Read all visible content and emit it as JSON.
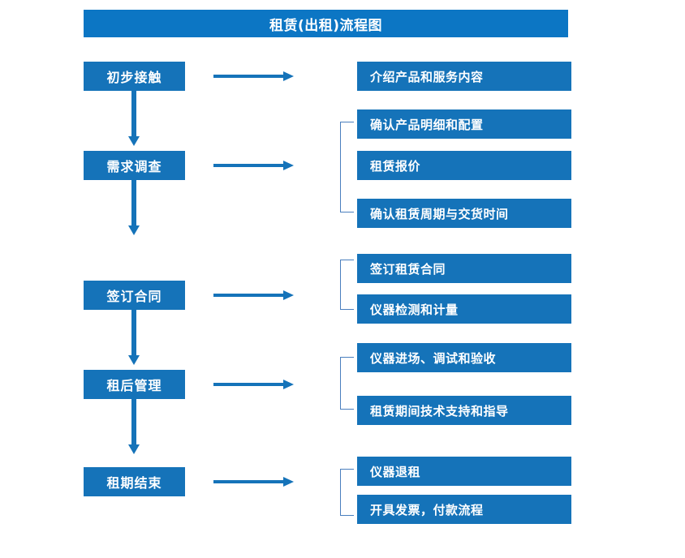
{
  "diagram": {
    "title": "租赁(出租)流程图",
    "colors": {
      "title_banner": "#0c76c4",
      "box": "#1573b9",
      "arrow": "#1573b9",
      "bracket": "#4a7fbe",
      "text": "#ffffff",
      "background": "#ffffff"
    },
    "stages": [
      {
        "id": "stage-1",
        "label": "初步接触",
        "details": [
          {
            "id": "detail-1-1",
            "label": "介绍产品和服务内容"
          }
        ]
      },
      {
        "id": "stage-2",
        "label": "需求调查",
        "details": [
          {
            "id": "detail-2-1",
            "label": "确认产品明细和配置"
          },
          {
            "id": "detail-2-2",
            "label": "租赁报价"
          },
          {
            "id": "detail-2-3",
            "label": "确认租赁周期与交货时间"
          }
        ]
      },
      {
        "id": "stage-3",
        "label": "签订合同",
        "details": [
          {
            "id": "detail-3-1",
            "label": "签订租赁合同"
          },
          {
            "id": "detail-3-2",
            "label": "仪器检测和计量"
          }
        ]
      },
      {
        "id": "stage-4",
        "label": "租后管理",
        "details": [
          {
            "id": "detail-4-1",
            "label": "仪器进场、调试和验收"
          },
          {
            "id": "detail-4-2",
            "label": "租赁期间技术支持和指导"
          }
        ]
      },
      {
        "id": "stage-5",
        "label": "租期结束",
        "details": [
          {
            "id": "detail-5-1",
            "label": "仪器退租"
          },
          {
            "id": "detail-5-2",
            "label": "开具发票，付款流程"
          }
        ]
      }
    ]
  }
}
